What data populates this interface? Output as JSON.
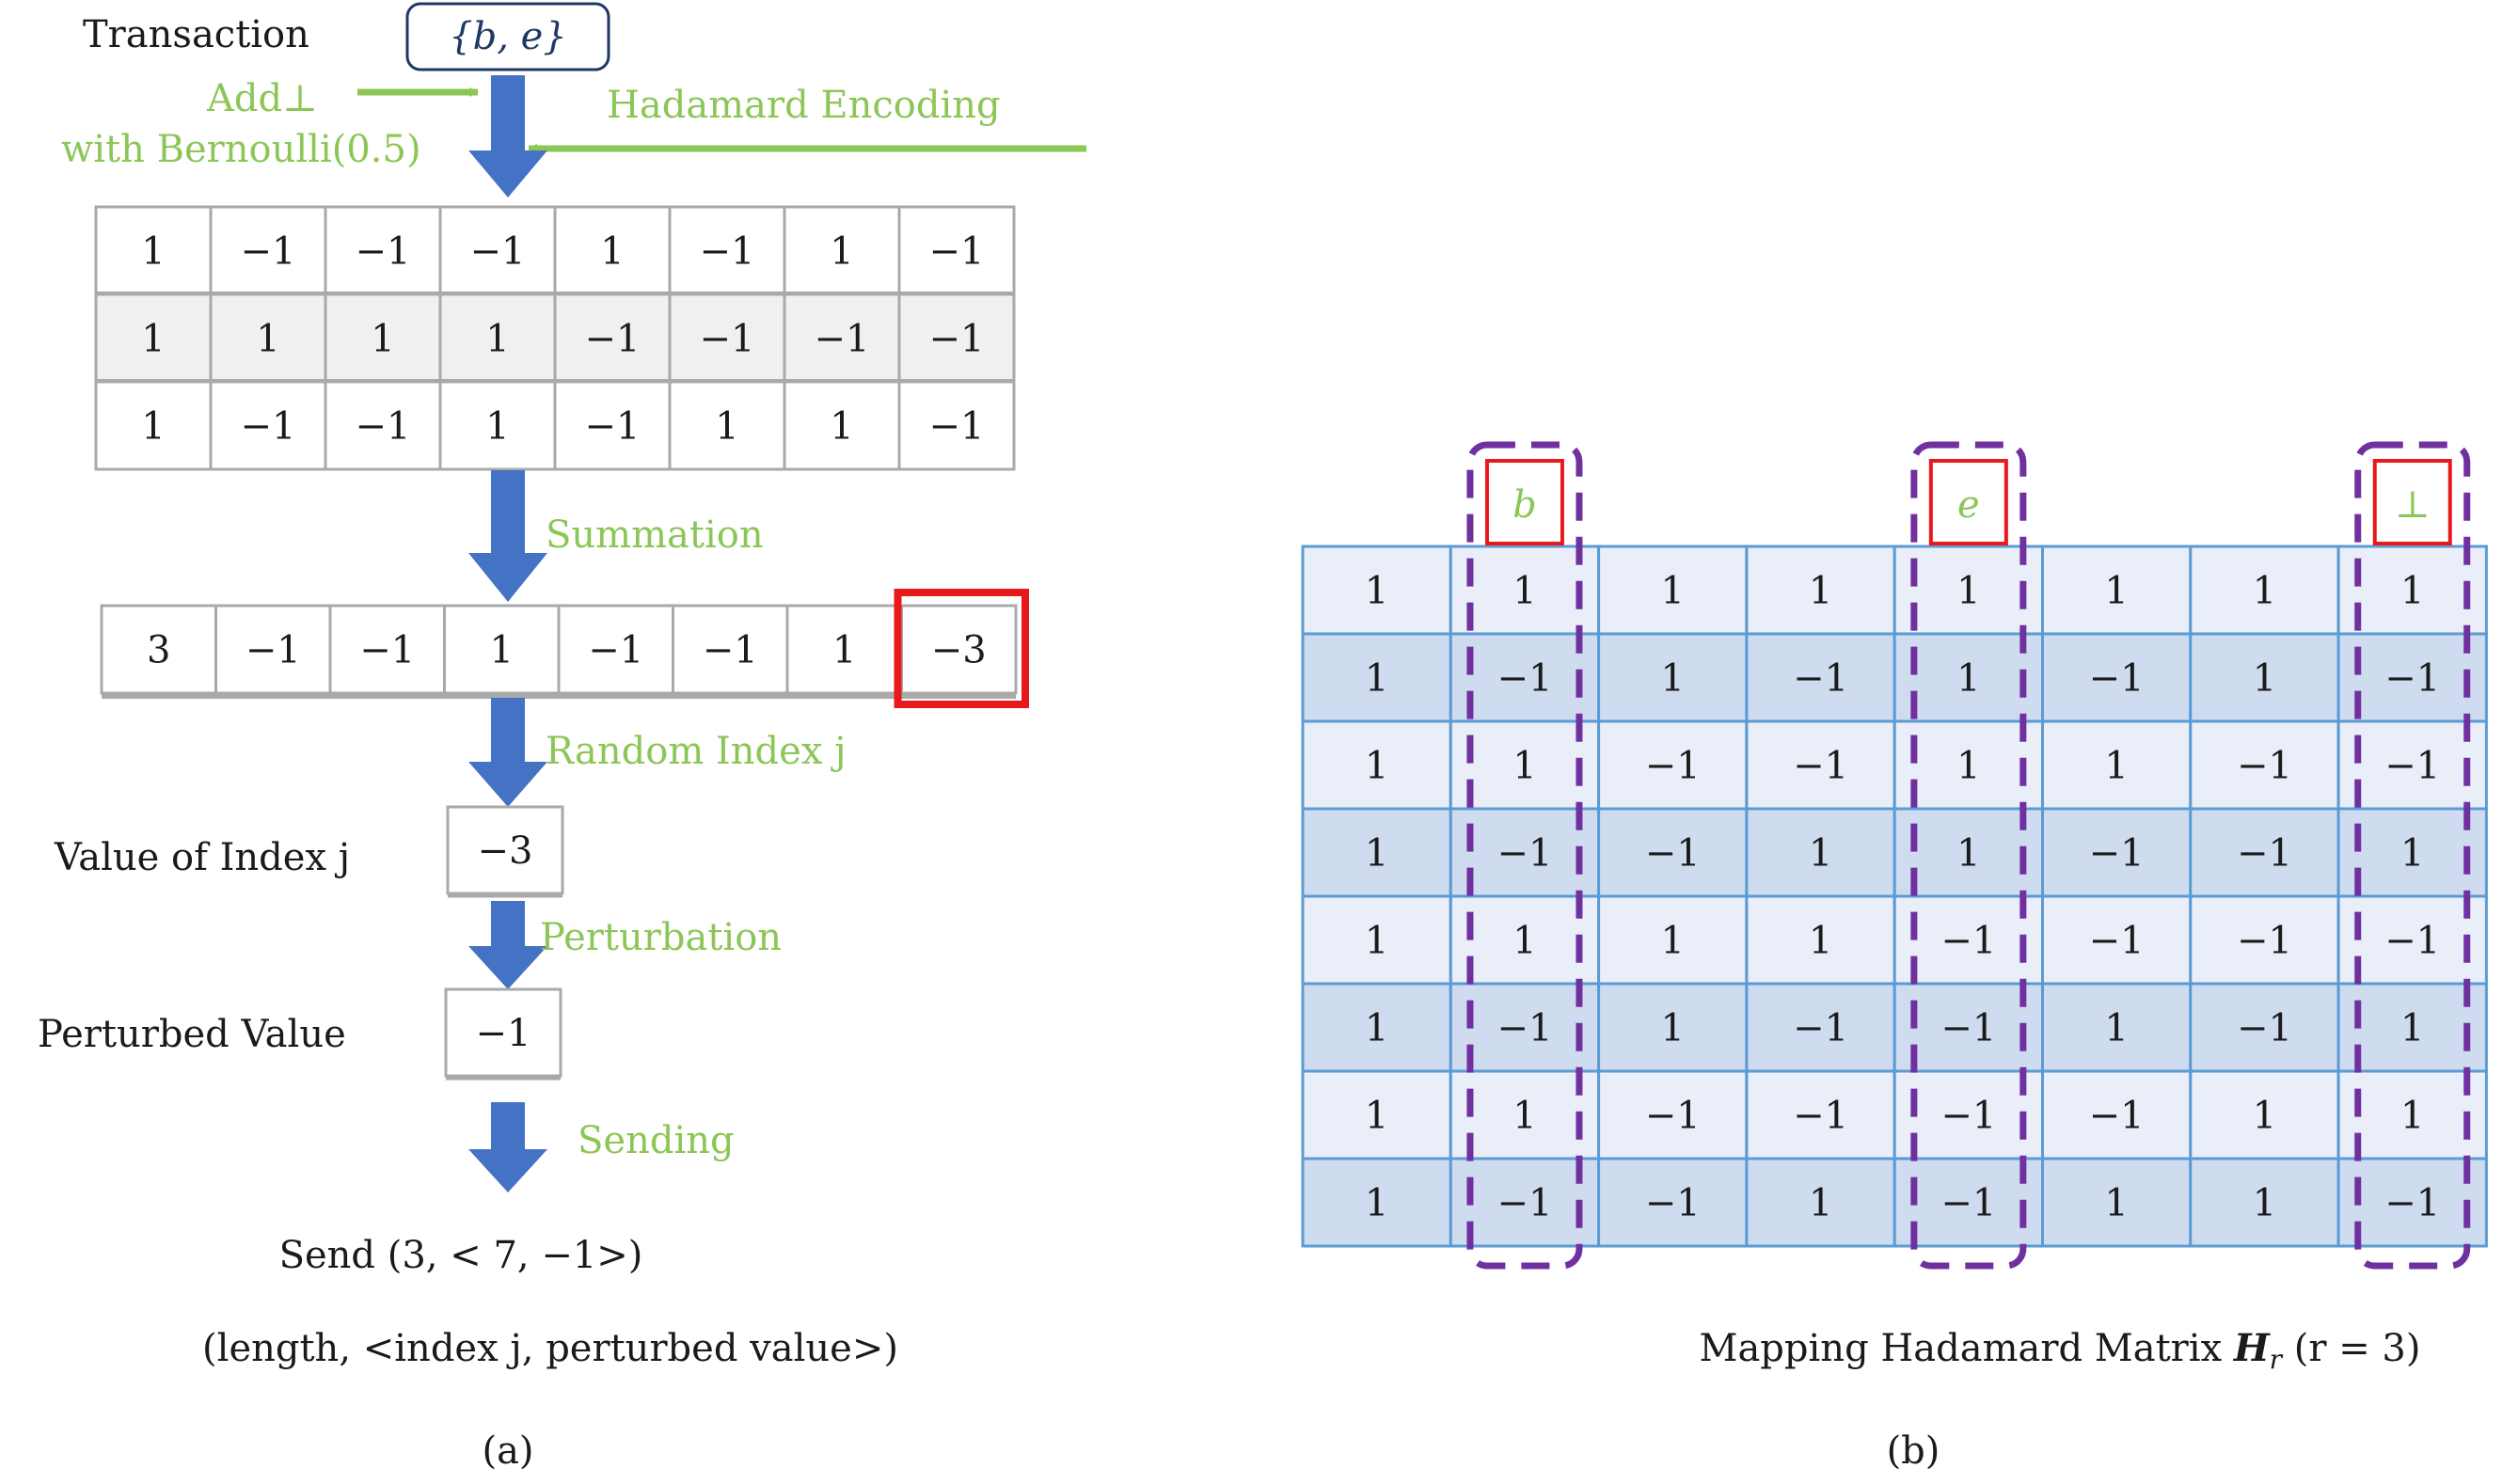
{
  "colors": {
    "green": "#8cc657",
    "arrow_blue": "#4472c4",
    "red": "#e8191d",
    "purple": "#7030a0",
    "matrix_border": "#5b9bd5",
    "matrix_light": "#e9eef8",
    "matrix_dark": "#cfdcef",
    "grid_border": "#a9a9a9",
    "shaded_row": "#f0f0f0",
    "item_box_border": "#1f3864",
    "item_text": "#1f3864"
  },
  "panel_a": {
    "transaction_label": "Transaction",
    "transaction_items": "{b, e}",
    "add_bottom_label_line1": "Add⊥",
    "add_bottom_label_line2": "with Bernoulli(0.5)",
    "hadamard_encoding_label": "Hadamard Encoding",
    "encoded_rows": [
      [
        "1",
        "−1",
        "−1",
        "−1",
        "1",
        "−1",
        "1",
        "−1"
      ],
      [
        "1",
        "1",
        "1",
        "1",
        "−1",
        "−1",
        "−1",
        "−1"
      ],
      [
        "1",
        "−1",
        "−1",
        "1",
        "−1",
        "1",
        "1",
        "−1"
      ]
    ],
    "summation_label": "Summation",
    "sum_row": [
      "3",
      "−1",
      "−1",
      "1",
      "−1",
      "−1",
      "1",
      "−3"
    ],
    "selected_index": 7,
    "random_index_label": "Random Index j",
    "value_of_index_label": "Value of  Index j",
    "value_of_index": "−3",
    "perturbation_label": "Perturbation",
    "perturbed_value_label": "Perturbed Value",
    "perturbed_value": "−1",
    "sending_label": "Sending",
    "send_text": "Send (3, < 7, −1>)",
    "send_format": "(length, <index j, perturbed value>)",
    "caption": "(a)"
  },
  "panel_b": {
    "column_labels": [
      {
        "col": 1,
        "label": "b"
      },
      {
        "col": 4,
        "label": "e"
      },
      {
        "col": 7,
        "label": "⊥"
      }
    ],
    "matrix": [
      [
        "1",
        "1",
        "1",
        "1",
        "1",
        "1",
        "1",
        "1"
      ],
      [
        "1",
        "−1",
        "1",
        "−1",
        "1",
        "−1",
        "1",
        "−1"
      ],
      [
        "1",
        "1",
        "−1",
        "−1",
        "1",
        "1",
        "−1",
        "−1"
      ],
      [
        "1",
        "−1",
        "−1",
        "1",
        "1",
        "−1",
        "−1",
        "1"
      ],
      [
        "1",
        "1",
        "1",
        "1",
        "−1",
        "−1",
        "−1",
        "−1"
      ],
      [
        "1",
        "−1",
        "1",
        "−1",
        "−1",
        "1",
        "−1",
        "1"
      ],
      [
        "1",
        "1",
        "−1",
        "−1",
        "−1",
        "−1",
        "1",
        "1"
      ],
      [
        "1",
        "−1",
        "−1",
        "1",
        "−1",
        "1",
        "1",
        "−1"
      ]
    ],
    "caption_prefix": "Mapping Hadamard Matrix ",
    "caption_symbol": "H",
    "caption_subscript": "r",
    "caption_suffix": " (r = 3)",
    "caption": "(b)"
  }
}
